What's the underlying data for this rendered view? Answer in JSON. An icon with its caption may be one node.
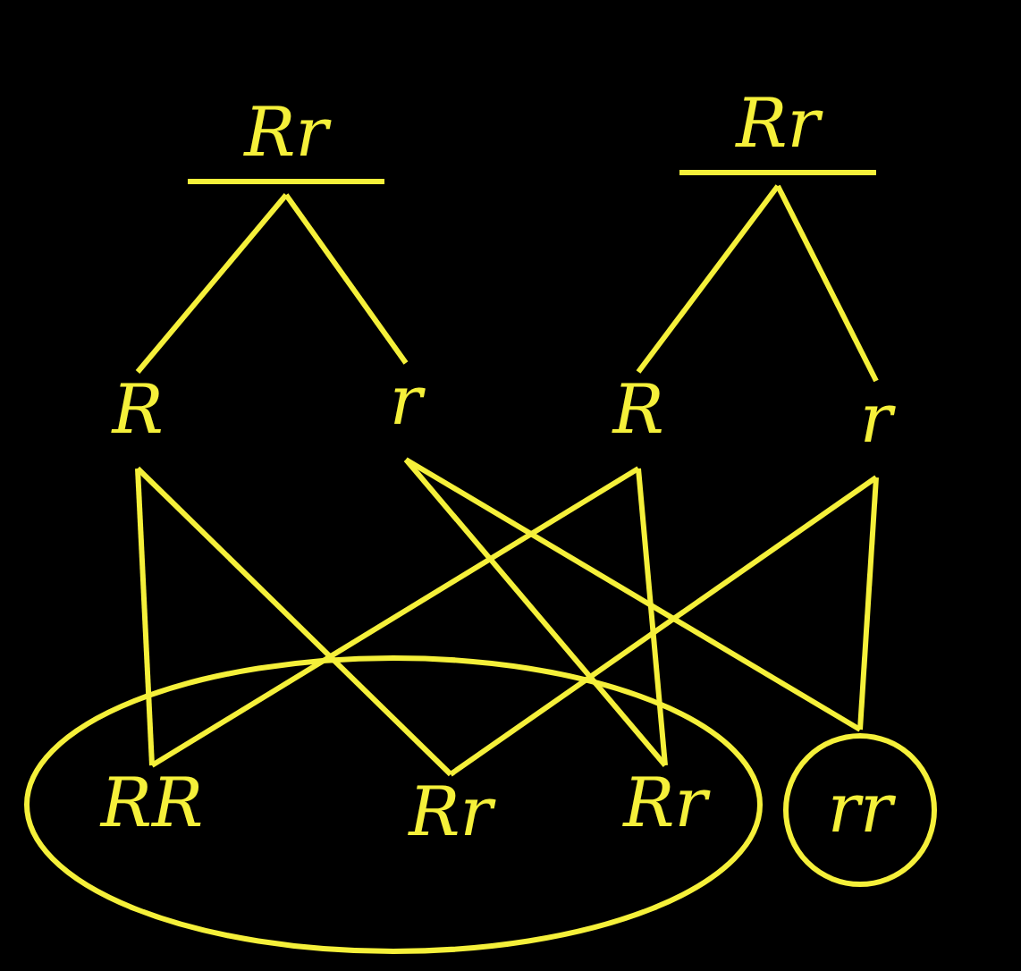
{
  "diagram": {
    "nodes": [
      {
        "text": [
          "Rr"
        ]
      },
      {
        "text": [
          "Rr"
        ]
      },
      {
        "text": [
          "R"
        ]
      },
      {
        "text": [
          "r"
        ]
      },
      {
        "text": [
          "R"
        ]
      },
      {
        "text": [
          "r"
        ]
      },
      {
        "text": [],
        "shape": "circle"
      },
      {
        "text": [
          "RR"
        ],
        "in": 6
      },
      {
        "text": [
          "Rr"
        ],
        "in": 6
      },
      {
        "text": [
          "Rr"
        ],
        "in": 6
      },
      {
        "text": [
          "rr"
        ]
      }
    ],
    "edges": [
      {
        "from": 0,
        "to": 2,
        "arrow": "none"
      },
      {
        "from": 0,
        "to": 3,
        "arrow": "none"
      },
      {
        "from": 1,
        "to": 4,
        "arrow": "none"
      },
      {
        "from": 1,
        "to": 5,
        "arrow": "none"
      },
      {
        "from": 2,
        "to": 7,
        "arrow": "none"
      },
      {
        "from": 2,
        "to": 8,
        "arrow": "none"
      },
      {
        "from": 3,
        "to": 9,
        "arrow": "none"
      },
      {
        "from": 3,
        "to": 10,
        "arrow": "none"
      },
      {
        "from": 4,
        "to": 7,
        "arrow": "none"
      },
      {
        "from": 4,
        "to": 9,
        "arrow": "none"
      },
      {
        "from": 5,
        "to": 8,
        "arrow": "none"
      },
      {
        "from": 5,
        "to": 10,
        "arrow": "none"
      }
    ]
  }
}
